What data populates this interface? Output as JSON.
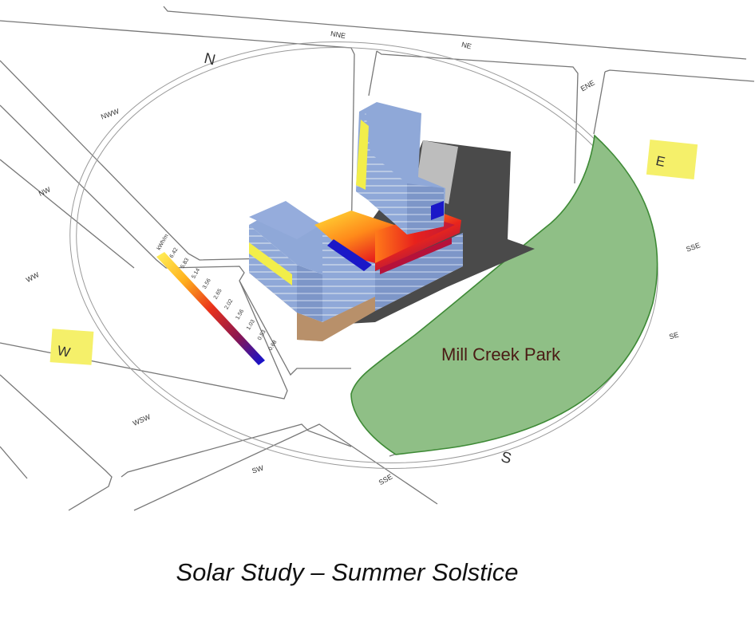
{
  "caption": "Solar Study – Summer Solstice",
  "park": {
    "label": "Mill Creek Park",
    "fill": "#8fbf86",
    "stroke": "#3e8a36",
    "label_color": "#4a1a14"
  },
  "compass": {
    "cardinals": {
      "n": "N",
      "s": "S",
      "e": "E",
      "w": "W"
    },
    "points": {
      "nne": "NNE",
      "ne": "NE",
      "ene": "ENE",
      "sse_right": "SSE",
      "se": "SE",
      "sse_bottom": "SSE",
      "sw": "SW",
      "wsw": "WSW",
      "ww": "WW",
      "nw": "NW",
      "nww": "NWW"
    },
    "highlight_color": "#f5f06a"
  },
  "legend": {
    "unit": "kWh/m",
    "values": [
      "6.42",
      "5.83",
      "5.14",
      "3.56",
      "2.65",
      "2.02",
      "1.56",
      "1.03",
      "0.53",
      "0.68"
    ]
  },
  "colors": {
    "facade": "#8fa8d8",
    "podium": "#c9a27c",
    "shadow": "#4a4a4a",
    "road": "#777777"
  }
}
